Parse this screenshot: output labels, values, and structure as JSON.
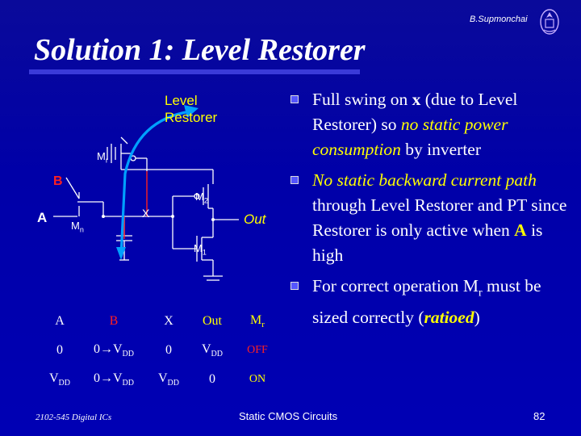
{
  "header": {
    "author": "B.Supmonchai",
    "title": "Solution 1: Level Restorer",
    "logo_icon": "university-seal-icon"
  },
  "circuit": {
    "level_restorer_label_1": "Level",
    "level_restorer_label_2": "Restorer",
    "mr_label": "M",
    "mr_sub": "r",
    "b_label": "B",
    "a_label": "A",
    "mn_label": "M",
    "mn_sub": "n",
    "x_label": "X",
    "m2_label": "M",
    "m2_sub": "2",
    "m1_label": "M",
    "m1_sub": "1",
    "out_label": "Out",
    "colors": {
      "wire": "#ffffff",
      "highlight": "#ff2020",
      "arrow": "#00a0ff",
      "label_red": "#ff2020",
      "label_yellow": "#ffff00"
    }
  },
  "bullets": [
    {
      "pre": "Full swing on ",
      "em": "x",
      "mid": " (due to Level Restorer) so ",
      "hl": "no static power consumption",
      "post": " by inverter"
    },
    {
      "hl": "No static backward current path",
      "post": " through Level Restorer and PT since Restorer is only active when ",
      "em": "A",
      "post2": " is high"
    },
    {
      "pre": "For correct operation M",
      "sub": "r",
      "post": " must be sized correctly (",
      "hl": "ratioed",
      "post2": ")"
    }
  ],
  "truth_table": {
    "headers": [
      "A",
      "B",
      "X",
      "Out",
      "M"
    ],
    "header_sub": "r",
    "rows": [
      [
        "0",
        "0",
        "0",
        "V",
        "OFF"
      ],
      [
        "V",
        "0",
        "V",
        "0",
        "ON"
      ]
    ],
    "arrow": "→",
    "vdd": "V",
    "dd": "DD"
  },
  "footer": {
    "course": "2102-545 Digital ICs",
    "topic": "Static CMOS Circuits",
    "page_number": "82"
  }
}
